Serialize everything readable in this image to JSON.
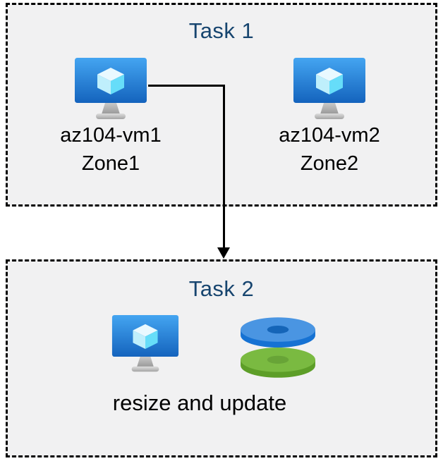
{
  "colors": {
    "page_background": "#ffffff",
    "box_background": "#f1f1f2",
    "box_border": "#000000",
    "title_text": "#17456f",
    "label_text": "#000000",
    "arrow": "#000000",
    "vm_monitor_top": "#44a5f1",
    "vm_monitor_bottom": "#1463bd",
    "vm_cube_top": "#e9f9ff",
    "vm_cube_left": "#bfeffc",
    "vm_cube_right": "#66ddf9",
    "disk_blue_top": "#4a95e2",
    "disk_blue_side": "#1672d3",
    "disk_blue_hole": "#1565b8",
    "disk_green_top": "#7aba41",
    "disk_green_side": "#5d9e28",
    "disk_green_hole": "#68a437"
  },
  "task1": {
    "title": "Task 1",
    "vms": [
      {
        "name": "az104-vm1",
        "zone": "Zone1",
        "icon": "virtual-machine-icon"
      },
      {
        "name": "az104-vm2",
        "zone": "Zone2",
        "icon": "virtual-machine-icon"
      }
    ]
  },
  "task2": {
    "title": "Task 2",
    "caption": "resize and update",
    "icons": [
      "virtual-machine-icon",
      "managed-disks-icon"
    ]
  },
  "connector": {
    "type": "elbow-arrow",
    "from": "az104-vm1",
    "to": "task2-box"
  }
}
